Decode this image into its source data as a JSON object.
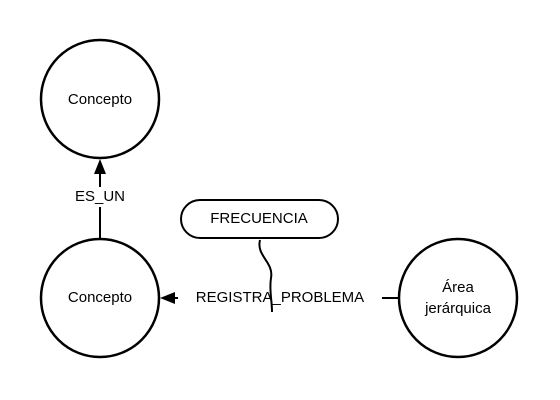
{
  "diagram": {
    "nodes": {
      "concepto_top": {
        "label": "Concepto"
      },
      "concepto_bottom": {
        "label": "Concepto"
      },
      "area": {
        "line1": "Área",
        "line2": "jerárquica"
      }
    },
    "edges": {
      "es_un": {
        "label": "ES_UN"
      },
      "registra_problema": {
        "label": "REGISTRA_PROBLEMA"
      }
    },
    "property": {
      "label": "FRECUENCIA"
    }
  }
}
